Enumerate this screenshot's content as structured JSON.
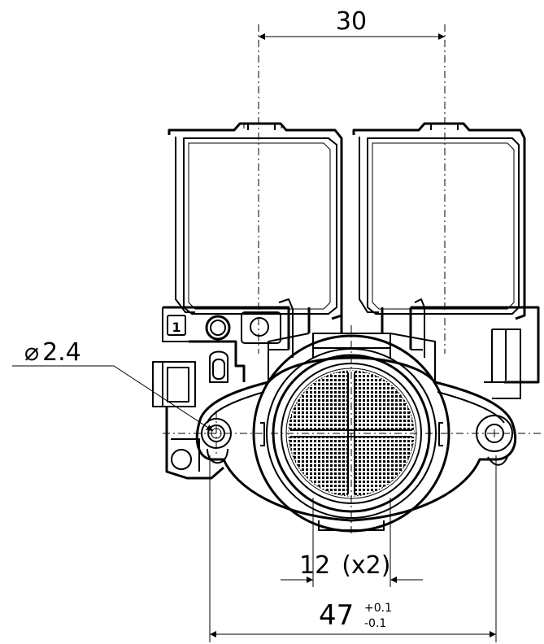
{
  "dimensions": {
    "coil_spacing": "30",
    "hole_diameter_symbol": "⌀",
    "hole_diameter": "2.4",
    "outlet_spacing": "12",
    "outlet_count": "(x2)",
    "mount_spacing": "47",
    "mount_tol_plus": "+0.1",
    "mount_tol_minus": "-0.1"
  },
  "labels": {
    "terminal_marker": "1"
  }
}
